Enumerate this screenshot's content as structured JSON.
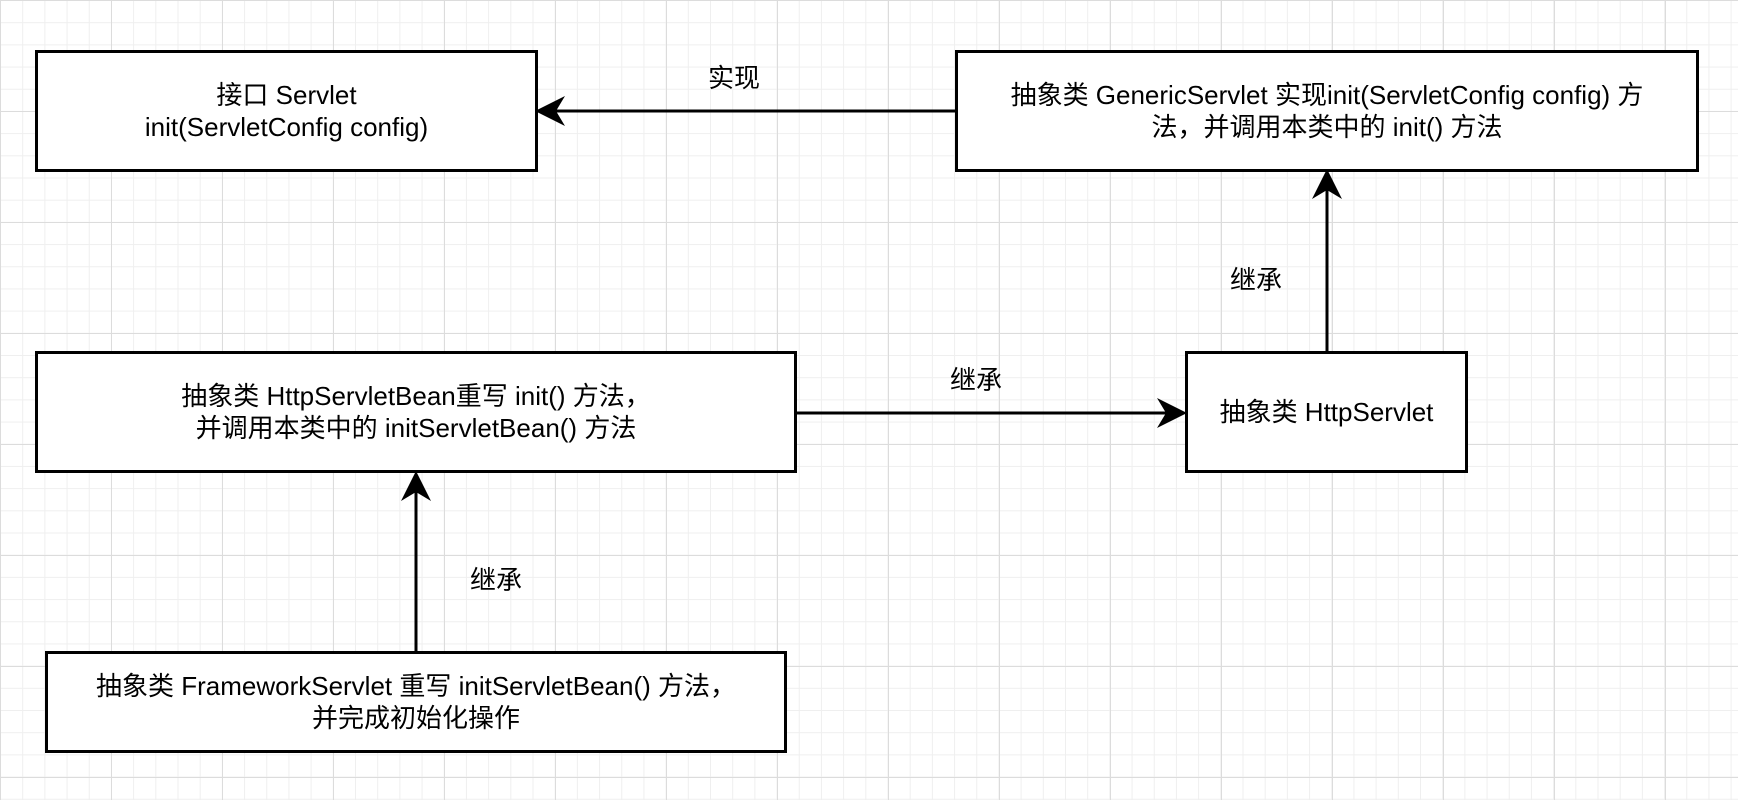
{
  "nodes": {
    "servlet": {
      "line1": "接口 Servlet",
      "line2": "init(ServletConfig config)"
    },
    "generic_servlet": {
      "line1": "抽象类 GenericServlet 实现init(ServletConfig config) 方",
      "line2": "法，并调用本类中的 init() 方法"
    },
    "http_servlet": {
      "line1": "抽象类 HttpServlet"
    },
    "http_servlet_bean": {
      "line1": "抽象类 HttpServletBean重写 init() 方法，",
      "line2": "并调用本类中的 initServletBean() 方法"
    },
    "framework_servlet": {
      "line1": "抽象类 FrameworkServlet 重写 initServletBean() 方法，",
      "line2": "并完成初始化操作"
    }
  },
  "edges": {
    "generic_to_servlet": "实现",
    "httpservlet_to_generic": "继承",
    "bean_to_httpservlet": "继承",
    "framework_to_bean": "继承"
  }
}
